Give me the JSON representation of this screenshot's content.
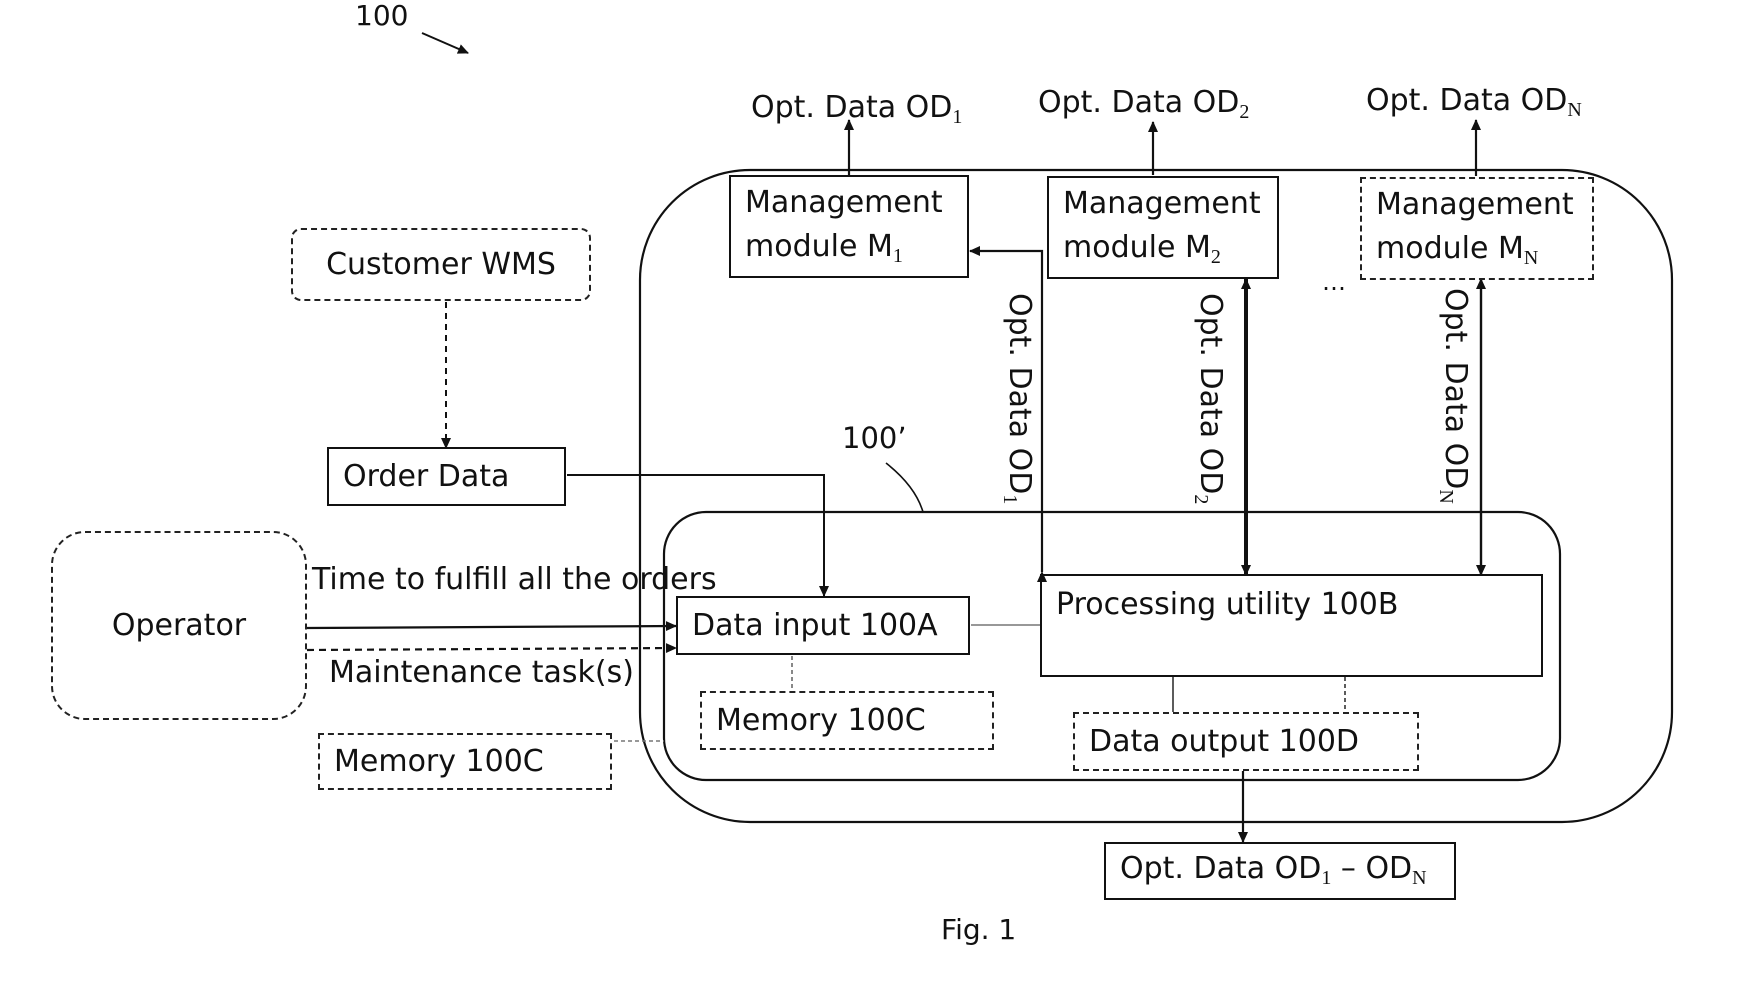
{
  "figure": {
    "ref_main": "100",
    "ref_inner": "100’",
    "caption": "Fig. 1",
    "ellipsis": "…"
  },
  "sources": {
    "customer_wms": "Customer WMS",
    "order_data": "Order Data",
    "operator": "Operator",
    "time_to_fulfill": "Time to fulfill all the orders",
    "maintenance_tasks": "Maintenance task(s)",
    "external_memory": "Memory 100C"
  },
  "modules": [
    {
      "line1": "Management",
      "line2": "module M",
      "sub": "1",
      "opt_main": "Opt. Data OD",
      "opt_sub": "1",
      "style": "solid"
    },
    {
      "line1": "Management",
      "line2": "module M",
      "sub": "2",
      "opt_main": "Opt. Data OD",
      "opt_sub": "2",
      "style": "solid"
    },
    {
      "line1": "Management",
      "line2": "module M",
      "sub": "N",
      "opt_main": "Opt. Data OD",
      "opt_sub": "N",
      "style": "dashed"
    }
  ],
  "vertical_labels": [
    {
      "main": "Opt. Data OD",
      "sub": "1"
    },
    {
      "main": "Opt. Data OD",
      "sub": "2"
    },
    {
      "main": "Opt. Data OD",
      "sub": "N"
    }
  ],
  "system": {
    "data_input": "Data input 100A",
    "processing": "Processing utility 100B",
    "memory": "Memory 100C",
    "data_output": "Data output 100D"
  },
  "output": {
    "main": "Opt. Data OD",
    "sub1": "1",
    "dash": " – OD",
    "sub2": "N"
  }
}
